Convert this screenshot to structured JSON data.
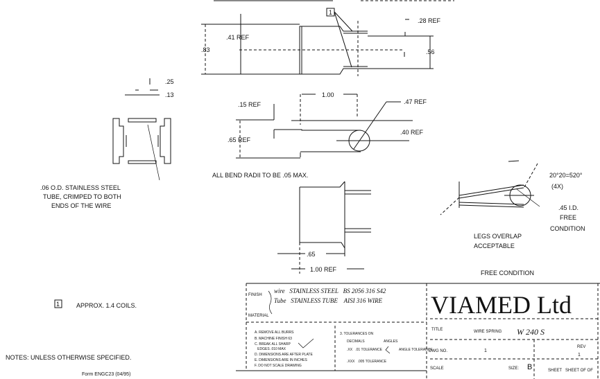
{
  "top_view": {
    "balloon": "1",
    "dim_28": ".28 REF",
    "dim_41": ".41 REF",
    "dim_83": ".83",
    "dim_56": ".56"
  },
  "side_view": {
    "dim_100": "1.00",
    "dim_15": ".15 REF",
    "dim_47": ".47 REF",
    "dim_40": ".40 REF",
    "dim_65": ".65 REF"
  },
  "tube_view": {
    "dim_25": ".25",
    "dim_13": ".13",
    "note_lines": [
      ".06 O.D. STAINLESS STEEL",
      "TUBE, CRIMPED TO BOTH",
      "ENDS OF THE WIRE"
    ]
  },
  "bend_note": "ALL BEND RADII TO BE .05 MAX.",
  "front_view": {
    "dim_65": ".65",
    "dim_100": "1.00 REF"
  },
  "free_view": {
    "angle": "20°20=520°",
    "count": "(4X)",
    "id_lines": [
      ".45 I.D.",
      "FREE",
      "CONDITION"
    ],
    "legs_lines": [
      "LEGS OVERLAP",
      "ACCEPTABLE"
    ],
    "caption": "FREE CONDITION"
  },
  "notes": {
    "item_number": "1",
    "item_text": "APPROX. 1.4 COILS.",
    "header": "NOTES: UNLESS OTHERWISE SPECIFIED."
  },
  "form": "Form ENGC23 (04/95)",
  "title_block": {
    "finish_label": "FINISH",
    "material_label": "MATERIAL",
    "material_lines": [
      "wire   STAINLESS STEEL   BS 2056 316 S42",
      "Tube   STAINLESS TUBE    AISI 316 WIRE"
    ],
    "company": "VIAMED Ltd",
    "title_label": "TITLE",
    "title_value": "WIRE SPRING",
    "title_hand": "W 240 S",
    "dwg_label": "DWG NO.",
    "dwg_value": "1",
    "rev_label": "REV",
    "rev_value": "1",
    "scale_label": "SCALE",
    "size_label": "SIZE:",
    "size_value": "B",
    "sheet_label": "SHEET",
    "sheet_of": "SHEET OF OF",
    "general_notes": [
      "A. REMOVE ALL BURRS",
      "B. MACHINE FINISH 63",
      "C. BREAK ALL SHARP",
      "   EDGES .010 MAX",
      "D. DIMENSIONS ARE AFTER PLATE",
      "E. DIMENSIONS ARE IN INCHES",
      "F. DO NOT SCALE DRAWING"
    ],
    "tolerance_header": "3. TOLERANCES ON",
    "decimals_label": "DECIMALS",
    "angles_label": "ANGLES",
    "tol_xx": ".XX   .01 TOLERANCE",
    "tol_xxx": ".XXX   .005 TOLERANCE",
    "angle_tol": "ANGLE TOLERANCE"
  }
}
